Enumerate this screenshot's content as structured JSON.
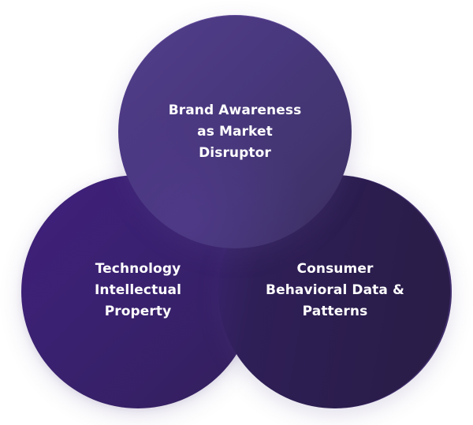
{
  "diagram": {
    "type": "venn",
    "circles": [
      {
        "id": "top",
        "lines": [
          "Brand Awareness",
          "as Market",
          "Disruptor"
        ],
        "color": "#4a3880"
      },
      {
        "id": "left",
        "lines": [
          "Technology",
          "Intellectual",
          "Property"
        ],
        "color": "#3a2170"
      },
      {
        "id": "right",
        "lines": [
          "Consumer",
          "Behavioral Data &",
          "Patterns"
        ],
        "color": "#2b1d4d"
      }
    ],
    "text_color": "#ffffff",
    "background": "#ffffff"
  }
}
